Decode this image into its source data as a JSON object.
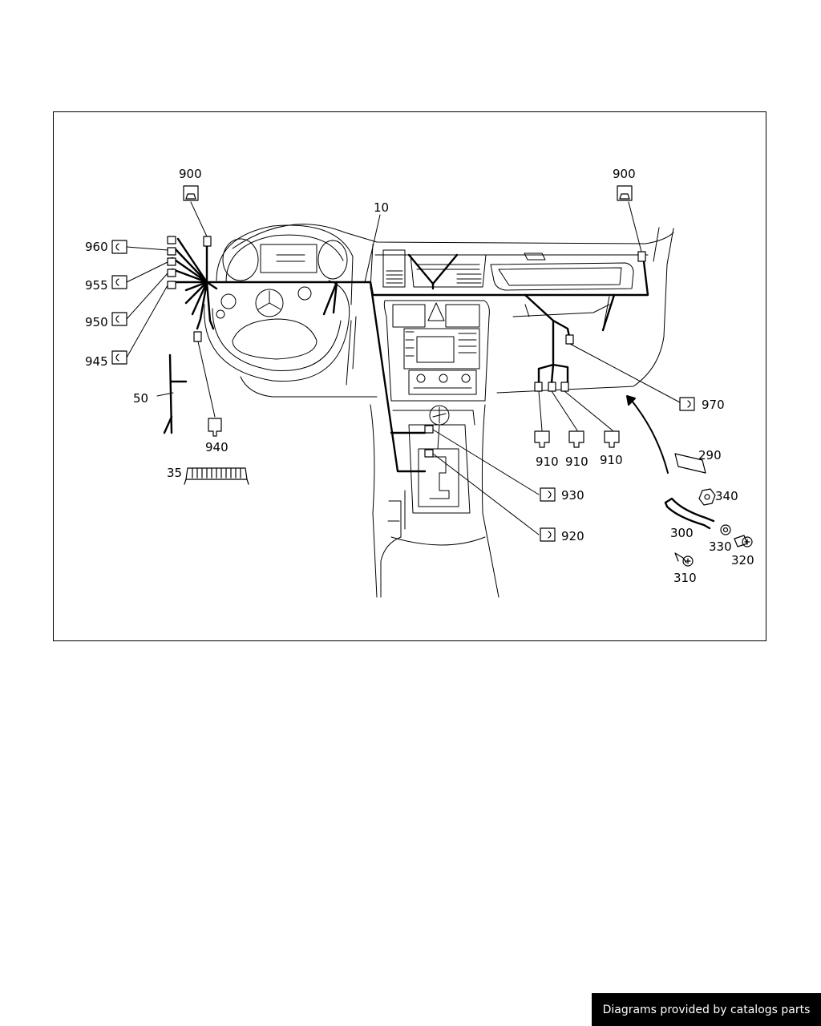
{
  "labels": {
    "l900a": "900",
    "l900b": "900",
    "l10": "10",
    "l960": "960",
    "l955": "955",
    "l950": "950",
    "l945": "945",
    "l50": "50",
    "l940": "940",
    "l35": "35",
    "l970": "970",
    "l910a": "910",
    "l910b": "910",
    "l910c": "910",
    "l930": "930",
    "l920": "920",
    "l290": "290",
    "l340": "340",
    "l300": "300",
    "l330": "330",
    "l320": "320",
    "l310": "310"
  },
  "footer": {
    "text": "Diagrams provided by catalogs parts"
  }
}
